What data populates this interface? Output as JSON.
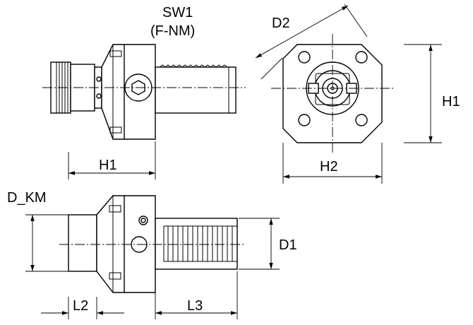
{
  "labels": {
    "sw1": "SW1",
    "sw1_note": "(F-NM)",
    "d2": "D2",
    "h1_side": "H1",
    "h1_top": "H1",
    "h2": "H2",
    "d_km": "D_KM",
    "d1": "D1",
    "l2": "L2",
    "l3": "L3"
  }
}
